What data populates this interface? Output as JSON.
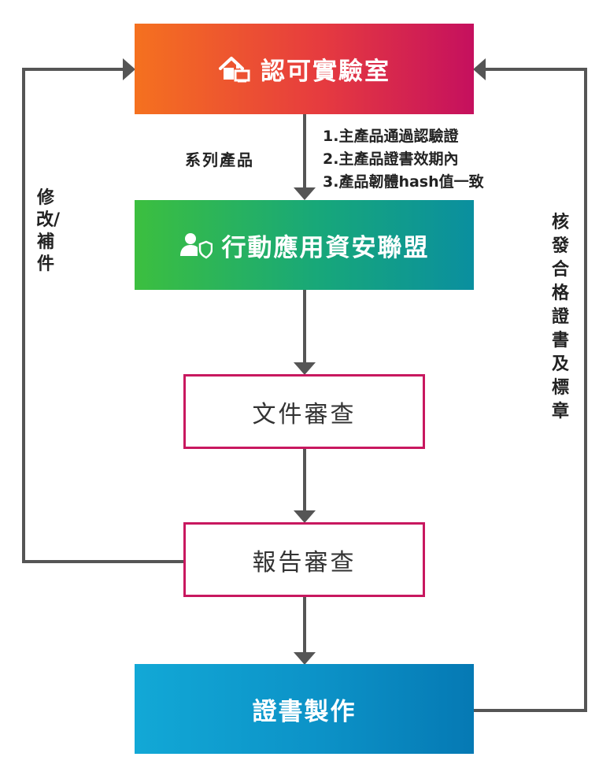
{
  "nodes": {
    "lab": {
      "label": "認可實驗室",
      "icon": "house-icon"
    },
    "alliance": {
      "label": "行動應用資安聯盟",
      "icon": "user-shield-icon"
    },
    "doc_review": {
      "label": "文件審查"
    },
    "report_review": {
      "label": "報告審查"
    },
    "cert": {
      "label": "證書製作"
    }
  },
  "edges": {
    "series_label": "系列產品",
    "conditions": [
      "1.主產品通過認驗證",
      "2.主產品證書效期內",
      "3.產品韌體hash值一致"
    ],
    "feedback_label": "修改/補件",
    "issue_label": "核發合格證書及標章"
  },
  "colors": {
    "lab_gradient": [
      "#f5711f",
      "#c5105e"
    ],
    "alliance_gradient": [
      "#3cbf3f",
      "#0a8f9f"
    ],
    "cert_gradient": [
      "#12a8d6",
      "#0579b4"
    ],
    "review_border": "#c8185f",
    "connector": "#555555"
  }
}
